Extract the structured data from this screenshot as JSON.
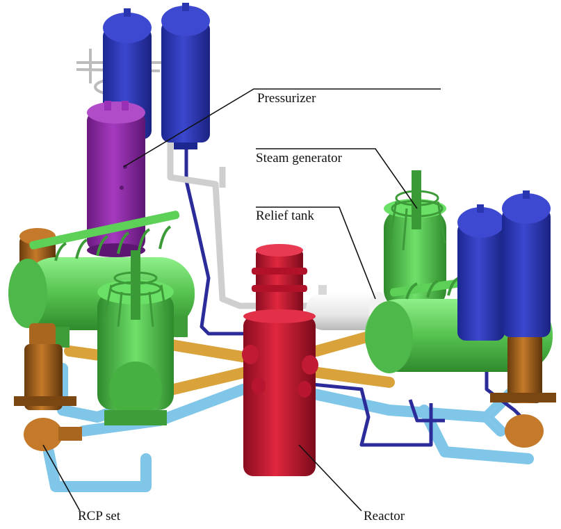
{
  "labels": {
    "pressurizer": "Pressurizer",
    "steam_generator": "Steam generator",
    "relief_tank": "Relief tank",
    "rcp_set": "RCP set",
    "reactor": "Reactor"
  },
  "colors": {
    "accumulator": "#2a35b0",
    "pressurizer": "#8a2aa0",
    "steam_generator": "#5fd25a",
    "rcp": "#a8661e",
    "reactor": "#c41a32",
    "relief_tank": "#ececec",
    "cold_pipe": "#7fc6e8",
    "hot_pipe": "#d9a23a",
    "line": "#2b2b9a"
  }
}
